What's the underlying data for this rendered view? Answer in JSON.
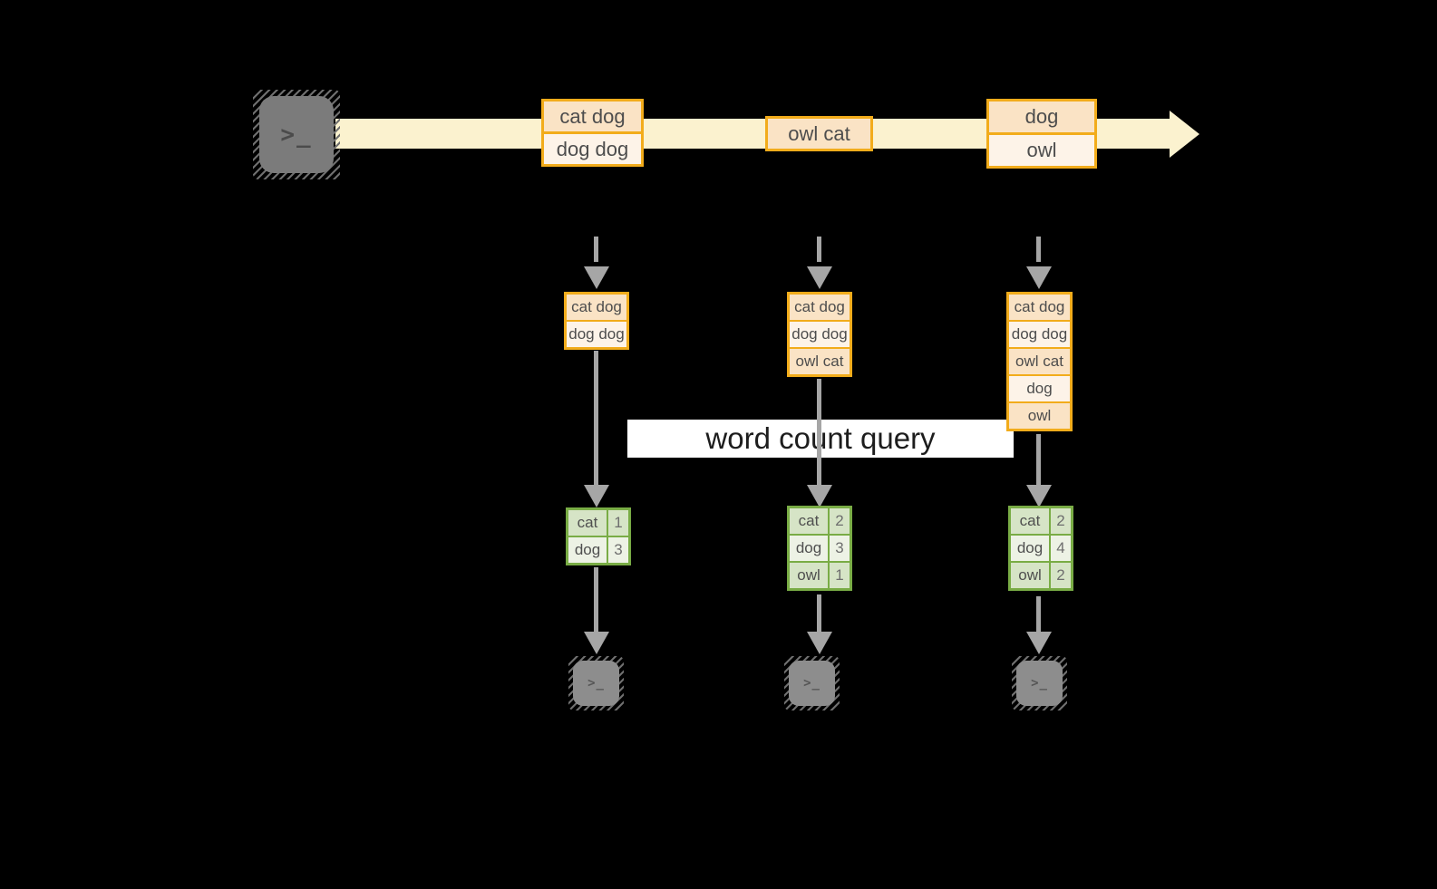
{
  "banner": {
    "label": "word count query"
  },
  "terminal": {
    "glyph": ">_"
  },
  "stream": {
    "groups": [
      {
        "rows": [
          "cat dog",
          "dog dog"
        ]
      },
      {
        "rows": [
          "owl cat"
        ]
      },
      {
        "rows": [
          "dog",
          "owl"
        ]
      }
    ]
  },
  "columns": [
    {
      "buffer": [
        "cat dog",
        "dog dog"
      ],
      "counts": [
        {
          "word": "cat",
          "count": "1"
        },
        {
          "word": "dog",
          "count": "3"
        }
      ]
    },
    {
      "buffer": [
        "cat dog",
        "dog dog",
        "owl cat"
      ],
      "counts": [
        {
          "word": "cat",
          "count": "2"
        },
        {
          "word": "dog",
          "count": "3"
        },
        {
          "word": "owl",
          "count": "1"
        }
      ]
    },
    {
      "buffer": [
        "cat dog",
        "dog dog",
        "owl cat",
        "dog",
        "owl"
      ],
      "counts": [
        {
          "word": "cat",
          "count": "2"
        },
        {
          "word": "dog",
          "count": "4"
        },
        {
          "word": "owl",
          "count": "2"
        }
      ]
    }
  ],
  "colors": {
    "cream": "#FBF2CF",
    "orange": "#F2AC1B",
    "peachDark": "#FAE3C5",
    "peachLight": "#FDF3E8",
    "green": "#79AC45",
    "greenDark": "#D6E4C6",
    "greenLight": "#EDF2E5",
    "arrow": "#A6A6A6"
  }
}
